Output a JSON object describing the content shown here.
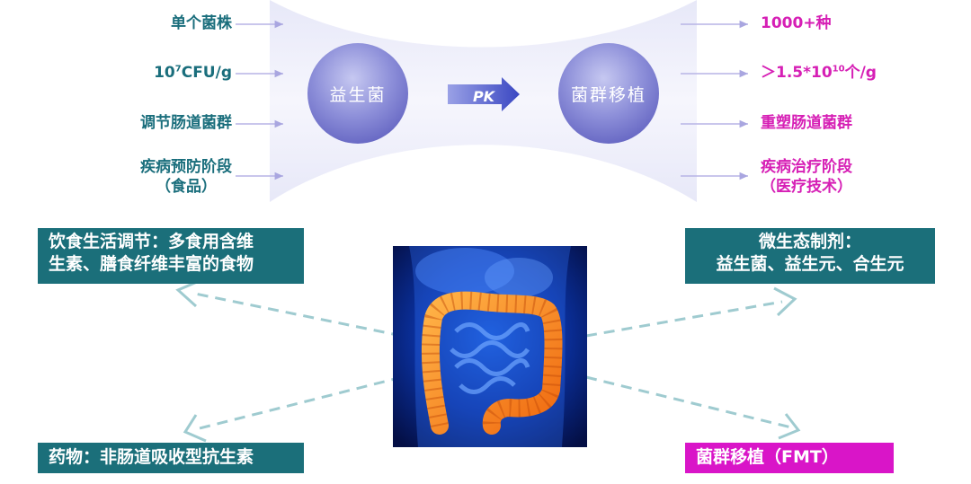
{
  "left_labels": {
    "strain": "单个菌株",
    "dose_base": "10",
    "dose_exp": "7",
    "dose_unit": "CFU/g",
    "function": "调节肠道菌群",
    "stage_line1": "疾病预防阶段",
    "stage_line2": "（食品）"
  },
  "right_labels": {
    "species": "1000+种",
    "dose_prefix": "＞1.5*10",
    "dose_exp": "10",
    "dose_suffix": "个/g",
    "function": "重塑肠道菌群",
    "stage_line1": "疾病治疗阶段",
    "stage_line2": "（医疗技术）"
  },
  "center": {
    "left_circle": "益生菌",
    "pk": "PK",
    "right_circle": "菌群移植"
  },
  "boxes": {
    "diet_line1": "饮食生活调节：多食用含维",
    "diet_line2": "生素、膳食纤维丰富的食物",
    "micro_line1": "微生态制剂：",
    "micro_line2": "益生菌、益生元、合生元",
    "drug": "药物：非肠道吸收型抗生素",
    "fmt": "菌群移植（FMT）"
  },
  "colors": {
    "teal": "#1b6f7a",
    "magenta": "#d915c8",
    "left_text": "#1a6e7c",
    "right_text": "#d61fb5",
    "circle": "#6f70c9",
    "dashed_arrow": "#9fcbd0"
  },
  "icons": {
    "pk_arrow": "arrow-right",
    "gut_image": "colon-illustration"
  }
}
